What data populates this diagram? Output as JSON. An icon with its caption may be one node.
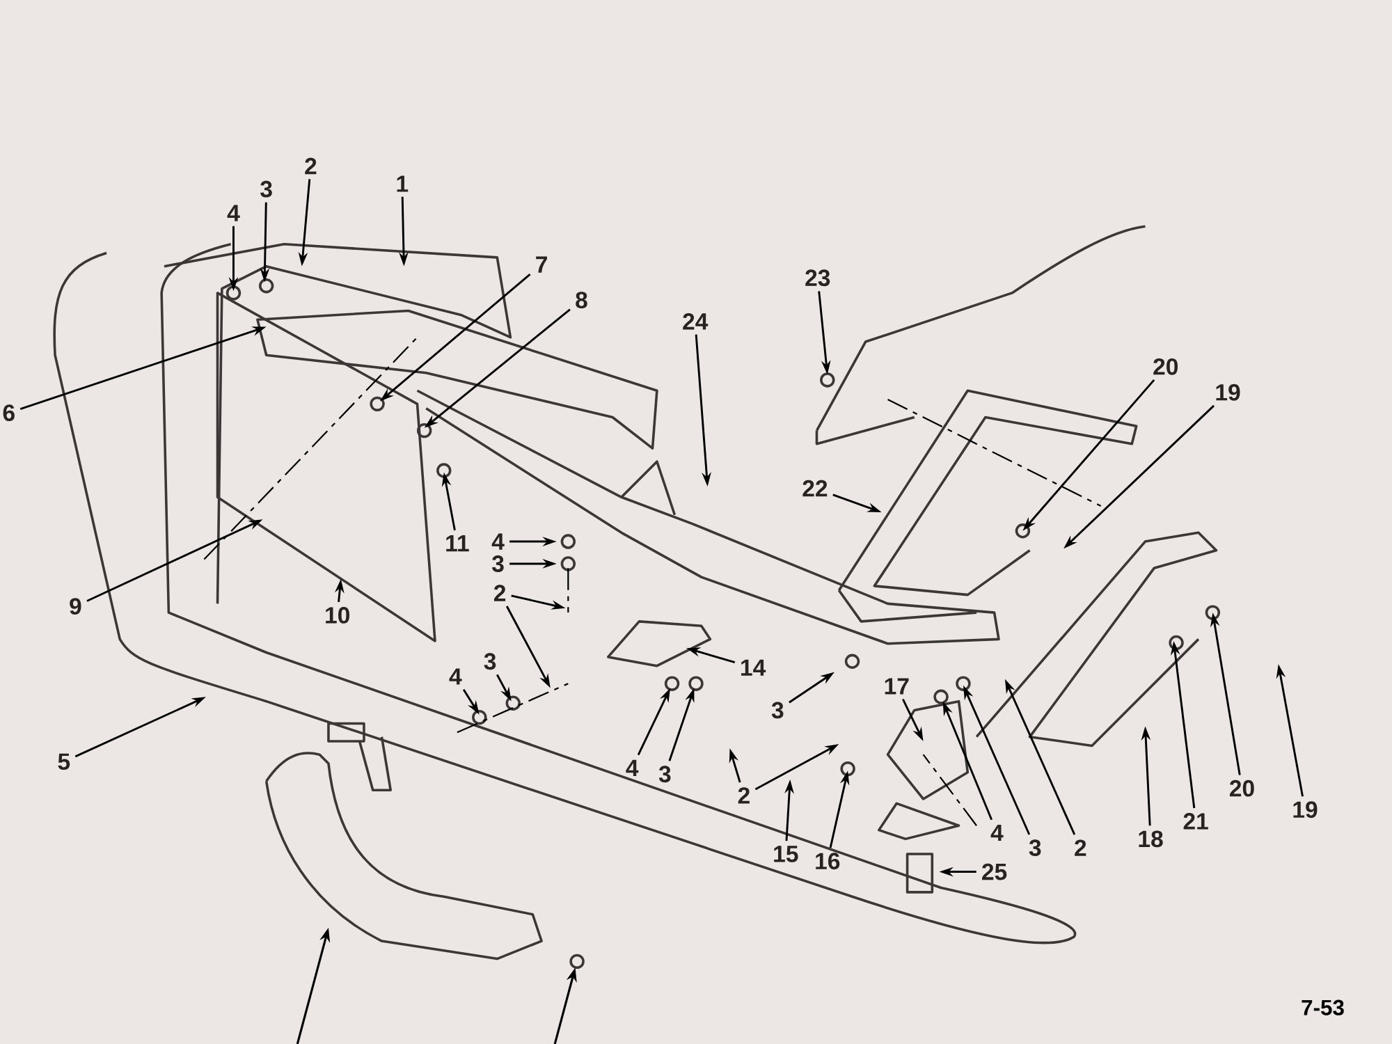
{
  "diagram": {
    "nodes": [
      {
        "text": [
          "2"
        ]
      },
      {
        "text": [
          "1"
        ]
      },
      {
        "text": [
          "3"
        ]
      },
      {
        "text": [
          "4"
        ]
      },
      {
        "text": [
          "7"
        ]
      },
      {
        "text": [
          "23"
        ]
      },
      {
        "text": [
          "8"
        ]
      },
      {
        "text": [
          "24"
        ]
      },
      {
        "text": [
          "20"
        ]
      },
      {
        "text": [
          "19"
        ]
      },
      {
        "text": [
          "6"
        ]
      },
      {
        "text": [
          "22"
        ]
      },
      {
        "text": [
          "4"
        ]
      },
      {
        "text": [
          "11"
        ]
      },
      {
        "text": [
          "3"
        ]
      },
      {
        "text": [
          "2"
        ]
      },
      {
        "text": [
          "9"
        ]
      },
      {
        "text": [
          "10"
        ]
      },
      {
        "text": [
          "3"
        ]
      },
      {
        "text": [
          "14"
        ]
      },
      {
        "text": [
          "4"
        ]
      },
      {
        "text": [
          "17"
        ]
      },
      {
        "text": [
          "3"
        ]
      },
      {
        "text": [
          "5"
        ]
      },
      {
        "text": [
          "4"
        ]
      },
      {
        "text": [
          "3"
        ]
      },
      {
        "text": [
          "20"
        ]
      },
      {
        "text": [
          "2"
        ]
      },
      {
        "text": [
          "19"
        ]
      },
      {
        "text": [
          "21"
        ]
      },
      {
        "text": [
          "4"
        ]
      },
      {
        "text": [
          "18"
        ]
      },
      {
        "text": [
          "3"
        ]
      },
      {
        "text": [
          "2"
        ]
      },
      {
        "text": [
          "15"
        ]
      },
      {
        "text": [
          "16"
        ]
      },
      {
        "text": [
          "25"
        ]
      }
    ],
    "edges": [
      {
        "from": 0,
        "to": null,
        "arrow": "to"
      },
      {
        "from": 1,
        "to": null,
        "arrow": "to"
      },
      {
        "from": 2,
        "to": null,
        "arrow": "to"
      },
      {
        "from": 3,
        "to": null,
        "arrow": "to"
      },
      {
        "from": 4,
        "to": null,
        "arrow": "to"
      },
      {
        "from": 5,
        "to": null,
        "arrow": "to"
      },
      {
        "from": 6,
        "to": null,
        "arrow": "to"
      },
      {
        "from": 7,
        "to": null,
        "arrow": "to"
      },
      {
        "from": 8,
        "to": null,
        "arrow": "to"
      },
      {
        "from": 9,
        "to": null,
        "arrow": "to"
      },
      {
        "from": 10,
        "to": null,
        "arrow": "to"
      },
      {
        "from": 11,
        "to": null,
        "arrow": "to"
      },
      {
        "from": 12,
        "to": null,
        "arrow": "to"
      },
      {
        "from": 13,
        "to": null,
        "arrow": "to"
      },
      {
        "from": 14,
        "to": null,
        "arrow": "to"
      },
      {
        "from": 15,
        "to": null,
        "arrow": "to"
      },
      {
        "from": 15,
        "to": null,
        "arrow": "to"
      },
      {
        "from": 16,
        "to": null,
        "arrow": "to"
      },
      {
        "from": 17,
        "to": null,
        "arrow": "to"
      },
      {
        "from": 18,
        "to": null,
        "arrow": "to"
      },
      {
        "from": 19,
        "to": null,
        "arrow": "to"
      },
      {
        "from": 20,
        "to": null,
        "arrow": "to"
      },
      {
        "from": 21,
        "to": null,
        "arrow": "to"
      },
      {
        "from": 22,
        "to": null,
        "arrow": "to"
      },
      {
        "from": 23,
        "to": null,
        "arrow": "to"
      },
      {
        "from": 24,
        "to": null,
        "arrow": "to"
      },
      {
        "from": 25,
        "to": null,
        "arrow": "to"
      },
      {
        "from": 26,
        "to": null,
        "arrow": "to"
      },
      {
        "from": 27,
        "to": null,
        "arrow": "to"
      },
      {
        "from": 27,
        "to": null,
        "arrow": "to"
      },
      {
        "from": 28,
        "to": null,
        "arrow": "to"
      },
      {
        "from": 29,
        "to": null,
        "arrow": "to"
      },
      {
        "from": 30,
        "to": null,
        "arrow": "to"
      },
      {
        "from": 31,
        "to": null,
        "arrow": "to"
      },
      {
        "from": 32,
        "to": null,
        "arrow": "to"
      },
      {
        "from": 33,
        "to": null,
        "arrow": "to"
      },
      {
        "from": 34,
        "to": null,
        "arrow": "to"
      },
      {
        "from": 35,
        "to": null,
        "arrow": "to"
      },
      {
        "from": 36,
        "to": null,
        "arrow": "to"
      }
    ],
    "labels": [
      "7-53"
    ]
  }
}
